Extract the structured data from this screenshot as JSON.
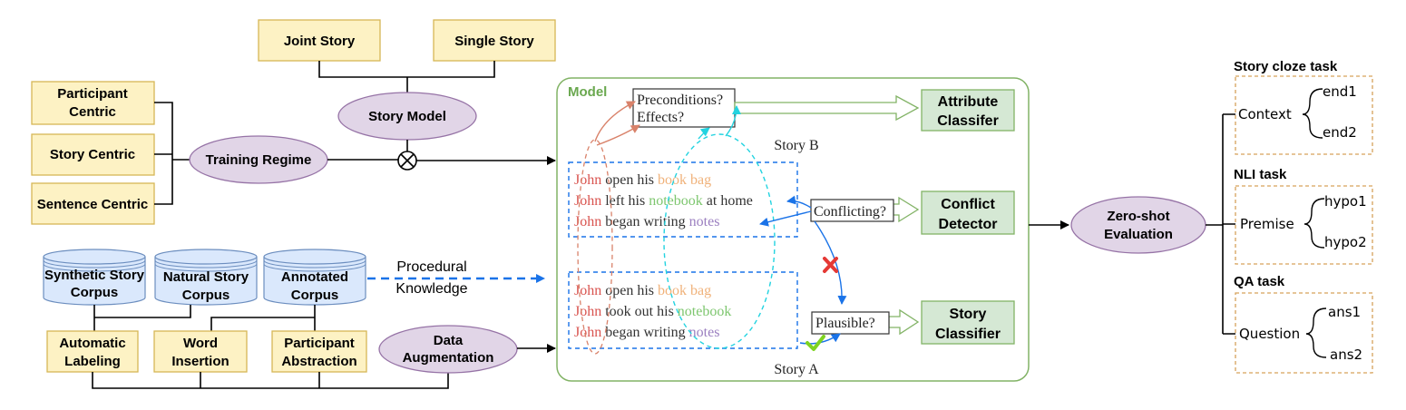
{
  "story_model": {
    "title": "Story Model",
    "options": [
      "Joint Story",
      "Single Story"
    ]
  },
  "training_regime": {
    "title": "Training Regime",
    "options": [
      [
        "Participant",
        "Centric"
      ],
      [
        "Story Centric"
      ],
      [
        "Sentence Centric"
      ]
    ]
  },
  "corpora": [
    [
      "Synthetic Story",
      "Corpus"
    ],
    [
      "Natural Story",
      "Corpus"
    ],
    [
      "Annotated",
      "Corpus"
    ]
  ],
  "procedural_knowledge": [
    "Procedural",
    "Knowledge"
  ],
  "data_augmentation": {
    "title": [
      "Data",
      "Augmentation"
    ],
    "methods": [
      [
        "Automatic",
        "Labeling"
      ],
      [
        "Word",
        "Insertion"
      ],
      [
        "Participant",
        "Abstraction"
      ]
    ]
  },
  "model": {
    "title": "Model",
    "questions": {
      "pre_effects": [
        "Preconditions?",
        "Effects?"
      ],
      "conflicting": "Conflicting?",
      "plausible": "Plausible?"
    },
    "modules": [
      [
        "Attribute",
        "Classifer"
      ],
      [
        "Conflict",
        "Detector"
      ],
      [
        "Story",
        "Classifier"
      ]
    ],
    "story_b": {
      "label": "Story B",
      "lines": [
        [
          [
            "John",
            "#d9534f"
          ],
          [
            " open his ",
            "#333333"
          ],
          [
            "book bag",
            "#f0b27a"
          ]
        ],
        [
          [
            "John",
            "#d9534f"
          ],
          [
            " left his ",
            "#333333"
          ],
          [
            "notebook",
            "#7dc66e"
          ],
          [
            " at home",
            "#333333"
          ]
        ],
        [
          [
            "John",
            "#d9534f"
          ],
          [
            " began writing ",
            "#333333"
          ],
          [
            "notes",
            "#9b7fc0"
          ]
        ]
      ]
    },
    "story_a": {
      "label": "Story A",
      "lines": [
        [
          [
            "John",
            "#d9534f"
          ],
          [
            " open his ",
            "#333333"
          ],
          [
            "book bag",
            "#f0b27a"
          ]
        ],
        [
          [
            "John",
            "#d9534f"
          ],
          [
            " took out his ",
            "#333333"
          ],
          [
            "notebook",
            "#7dc66e"
          ]
        ],
        [
          [
            "John",
            "#d9534f"
          ],
          [
            " began writing ",
            "#333333"
          ],
          [
            "notes",
            "#9b7fc0"
          ]
        ]
      ]
    }
  },
  "zero_shot": [
    "Zero-shot",
    "Evaluation"
  ],
  "tasks": [
    {
      "title": "Story cloze task",
      "root": "Context",
      "leaves": [
        "end1",
        "end2"
      ]
    },
    {
      "title": "NLI task",
      "root": "Premise",
      "leaves": [
        "hypo1",
        "hypo2"
      ]
    },
    {
      "title": "QA task",
      "root": "Question",
      "leaves": [
        "ans1",
        "ans2"
      ]
    }
  ],
  "colors": {
    "yellow_fill": "#fdf2c4",
    "yellow_stroke": "#d6b656",
    "purple_fill": "#e1d5e7",
    "green_fill": "#d5e8d4",
    "blue_fill": "#dae8fc",
    "blue_arrow": "#1a73e8",
    "cyan": "#22d3e0",
    "red_x": "#e53935",
    "check": "#7ed321"
  }
}
